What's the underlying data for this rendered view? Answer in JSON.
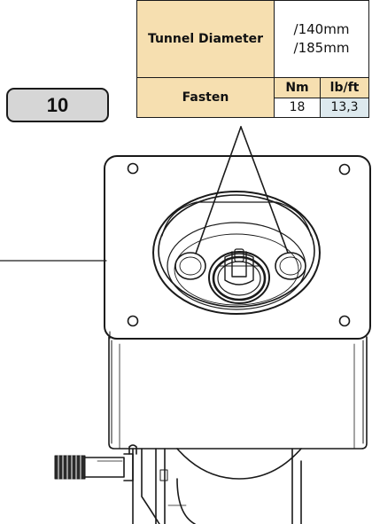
{
  "step": {
    "number": "10"
  },
  "spec_table": {
    "diameter_label": "Tunnel Diameter",
    "diameter_values": [
      "/140mm",
      "/185mm"
    ],
    "fasten_label": "Fasten",
    "units": [
      "Nm",
      "lb/ft"
    ],
    "torque_values": [
      "18",
      "13,3"
    ]
  },
  "colors": {
    "label_fill": "#f6dfb0",
    "badge_fill": "#d6d6d6",
    "lbft_value_fill": "#dde9ee",
    "line": "#1a1a1a"
  }
}
